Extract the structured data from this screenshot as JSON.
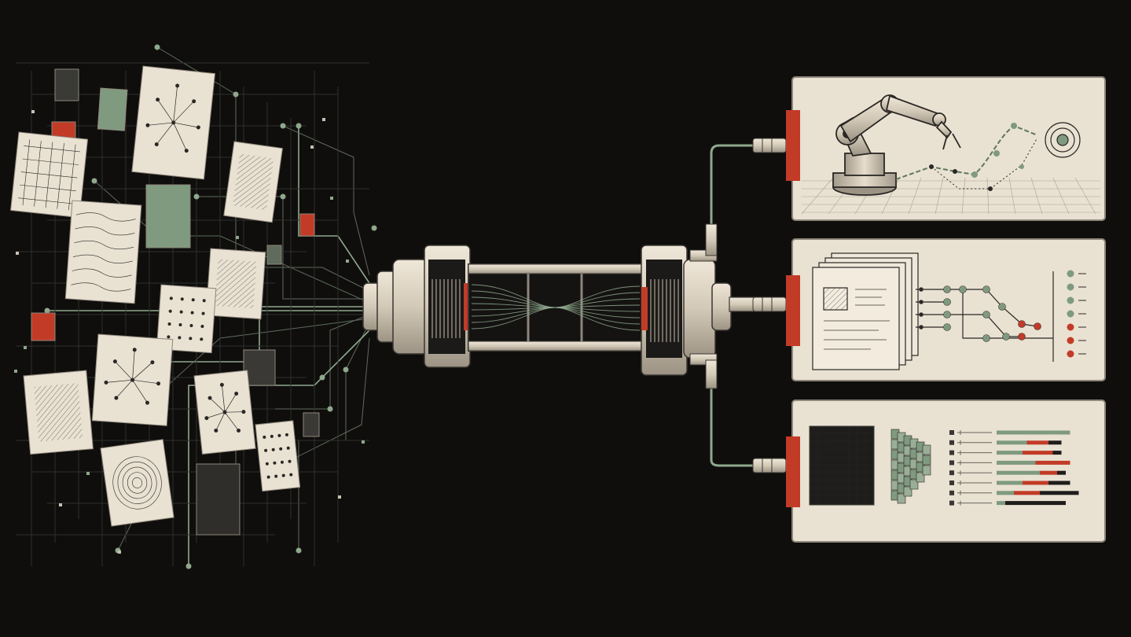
{
  "colors": {
    "background": "#0f0e0d",
    "paper": "#e9e1d2",
    "paper_dark": "#d8cfbe",
    "ink": "#2a2724",
    "sage": "#7f9a7f",
    "sage_dark": "#5f775f",
    "red": "#c23b27",
    "metal": "#d6ccbb",
    "metal_shadow": "#8e867a",
    "wire": "#8fa88d",
    "grey_tile": "#3b3936"
  },
  "scene": {
    "inputs": "scattered-data-tiles",
    "processor": "cylindrical-transformer-core",
    "outputs": [
      "robot-arm-trajectory-panel",
      "document-tree-panel",
      "grid-and-bars-panel"
    ]
  },
  "bars_panel": {
    "rows": [
      {
        "sage": 0.85,
        "red": 0.0,
        "dark": 0.0
      },
      {
        "sage": 0.35,
        "red": 0.25,
        "dark": 0.15
      },
      {
        "sage": 0.3,
        "red": 0.35,
        "dark": 0.1
      },
      {
        "sage": 0.45,
        "red": 0.4,
        "dark": 0.0
      },
      {
        "sage": 0.5,
        "red": 0.2,
        "dark": 0.1
      },
      {
        "sage": 0.3,
        "red": 0.3,
        "dark": 0.25
      },
      {
        "sage": 0.2,
        "red": 0.3,
        "dark": 0.45
      },
      {
        "sage": 0.1,
        "red": 0.0,
        "dark": 0.7
      }
    ]
  }
}
